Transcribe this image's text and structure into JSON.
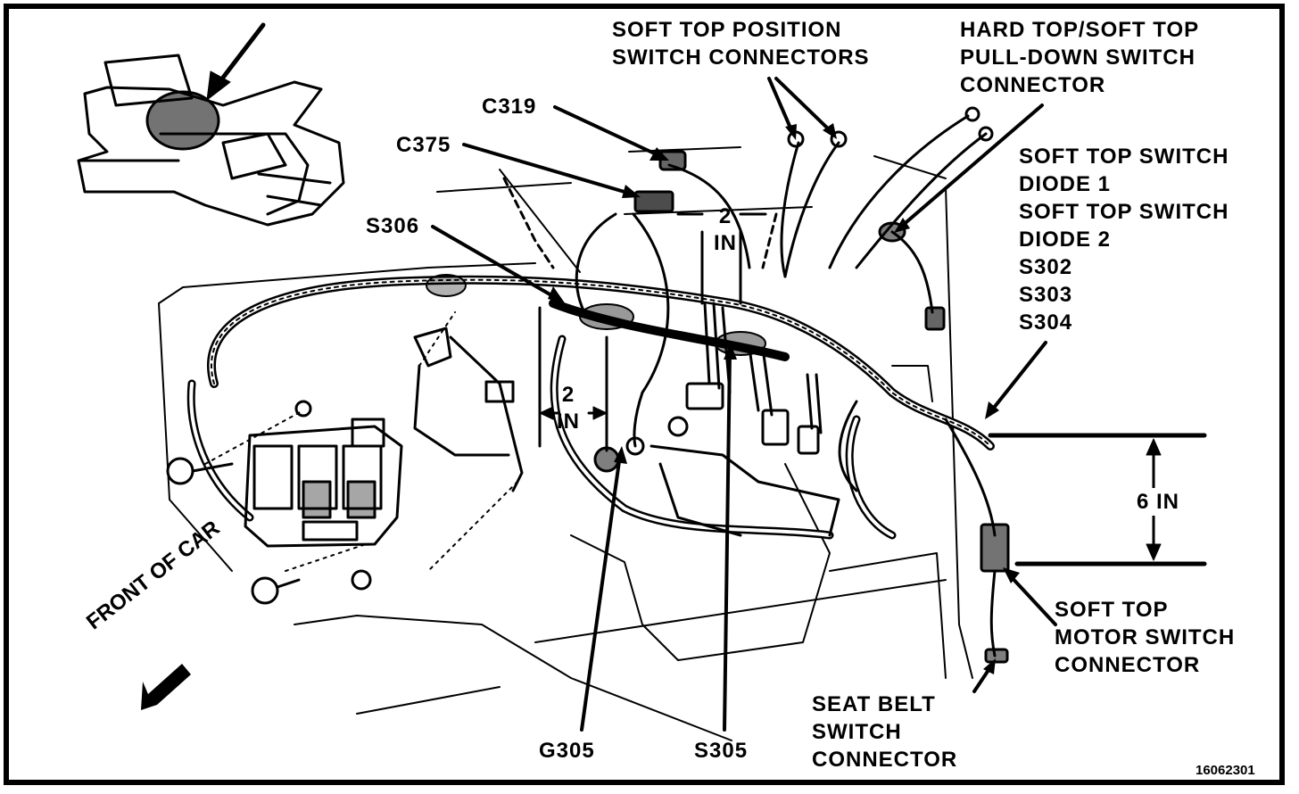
{
  "labels": {
    "soft_top_position": "SOFT TOP POSITION\nSWITCH CONNECTORS",
    "hard_top_pulldown": "HARD TOP/SOFT TOP\nPULL-DOWN SWITCH\nCONNECTOR",
    "soft_top_switch_group": "SOFT TOP SWITCH\nDIODE 1\nSOFT TOP SWITCH\nDIODE 2\nS302\nS303\nS304",
    "c319": "C319",
    "c375": "C375",
    "s306": "S306",
    "dim_2in_upper": "2\nIN",
    "dim_2in_lower": "2\nIN",
    "dim_6in": "6 IN",
    "soft_top_motor": "SOFT TOP\nMOTOR SWITCH\nCONNECTOR",
    "seat_belt": "SEAT BELT\nSWITCH\nCONNECTOR",
    "g305": "G305",
    "s305": "S305",
    "front_of_car": "FRONT\nOF CAR",
    "part_number": "16062301"
  }
}
